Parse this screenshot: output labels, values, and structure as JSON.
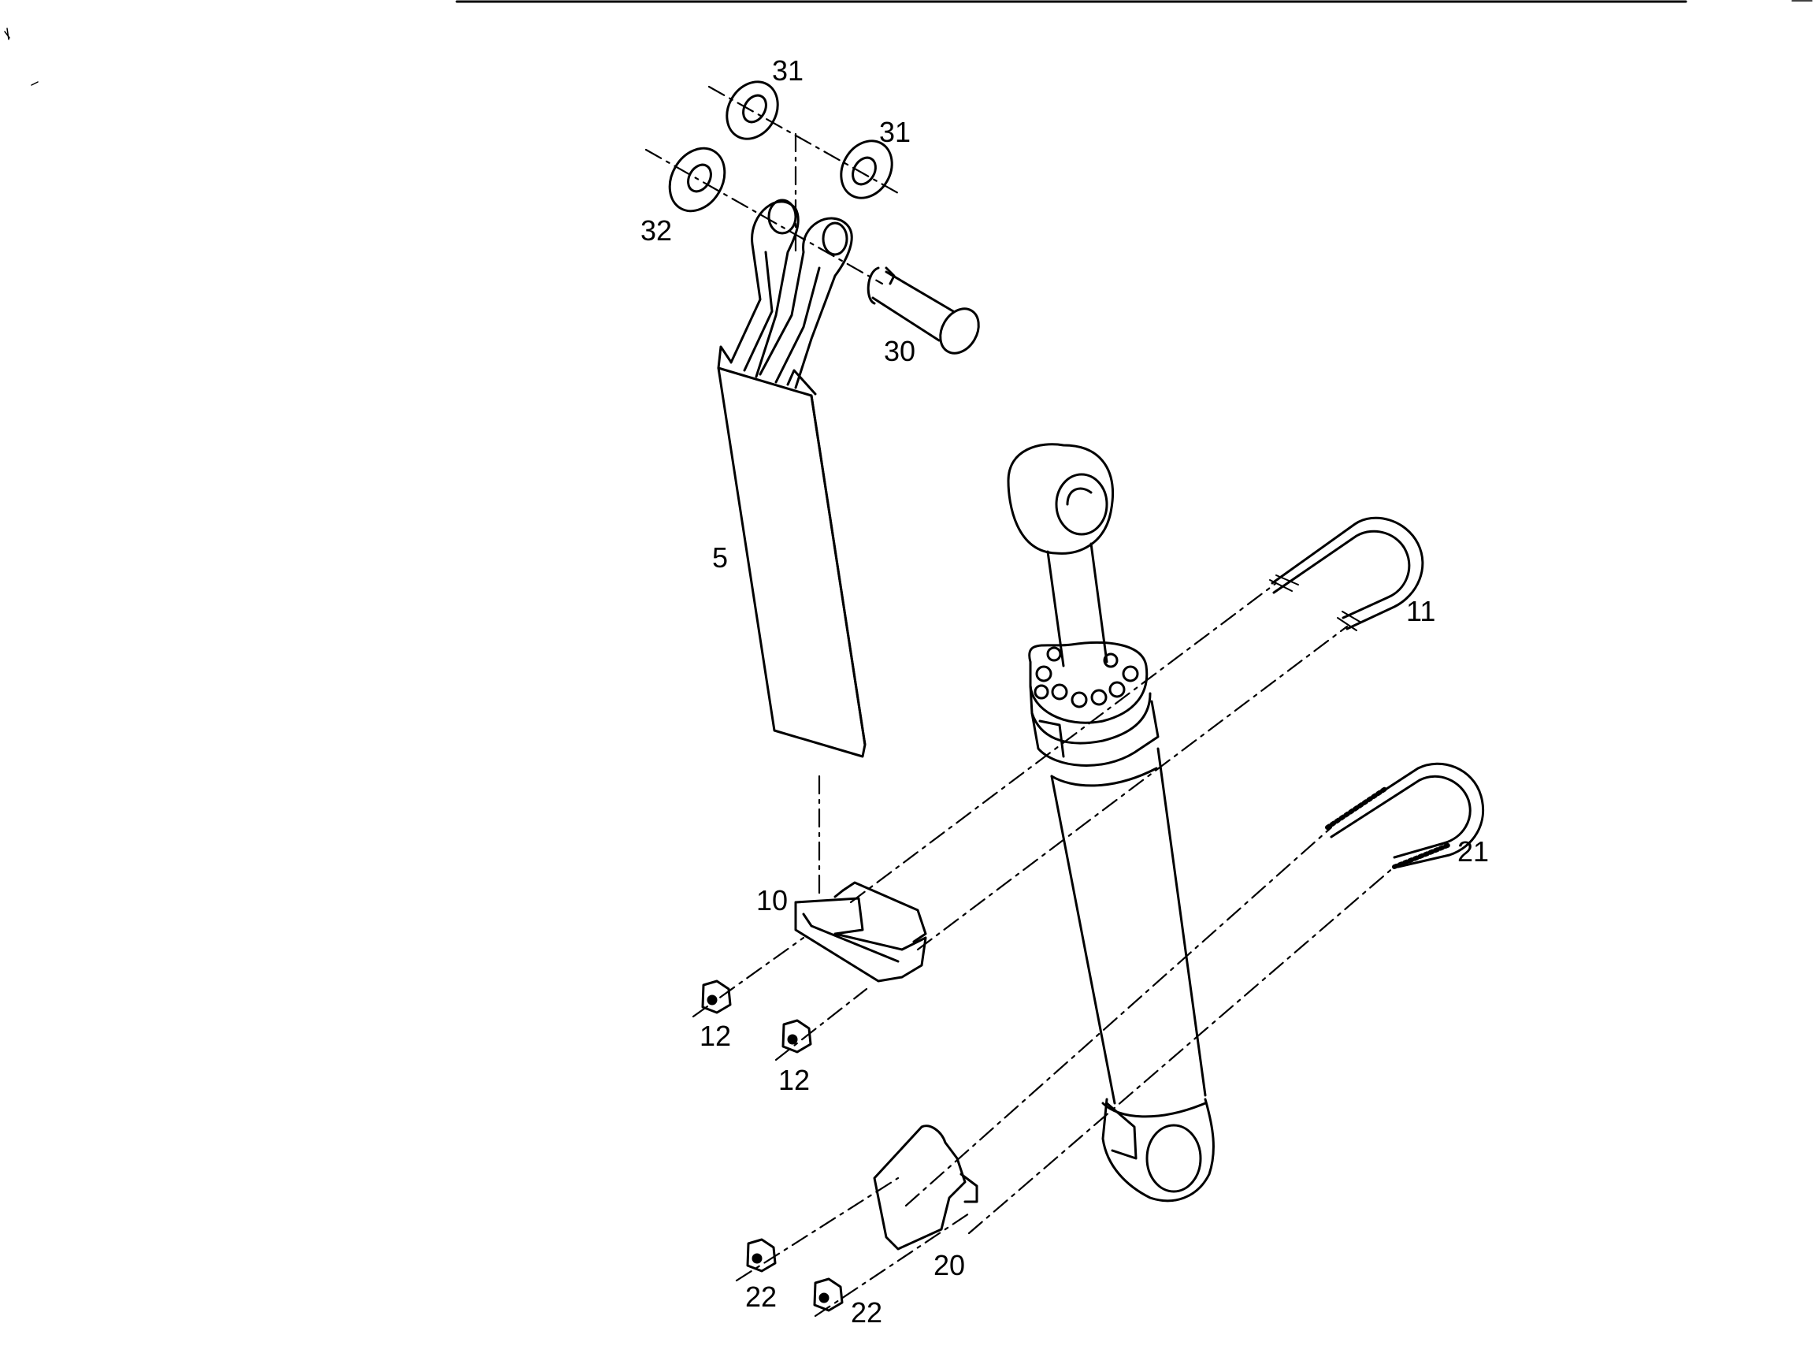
{
  "diagram": {
    "type": "exploded-parts-drawing",
    "callouts": [
      {
        "id": "c31a",
        "text": "31"
      },
      {
        "id": "c31b",
        "text": "31"
      },
      {
        "id": "c32",
        "text": "32"
      },
      {
        "id": "c30",
        "text": "30"
      },
      {
        "id": "c5",
        "text": "5"
      },
      {
        "id": "c11",
        "text": "11"
      },
      {
        "id": "c21",
        "text": "21"
      },
      {
        "id": "c10",
        "text": "10"
      },
      {
        "id": "c12a",
        "text": "12"
      },
      {
        "id": "c12b",
        "text": "12"
      },
      {
        "id": "c20",
        "text": "20"
      },
      {
        "id": "c22a",
        "text": "22"
      },
      {
        "id": "c22b",
        "text": "22"
      }
    ],
    "colors": {
      "ink": "#000000",
      "paper": "#ffffff"
    }
  }
}
